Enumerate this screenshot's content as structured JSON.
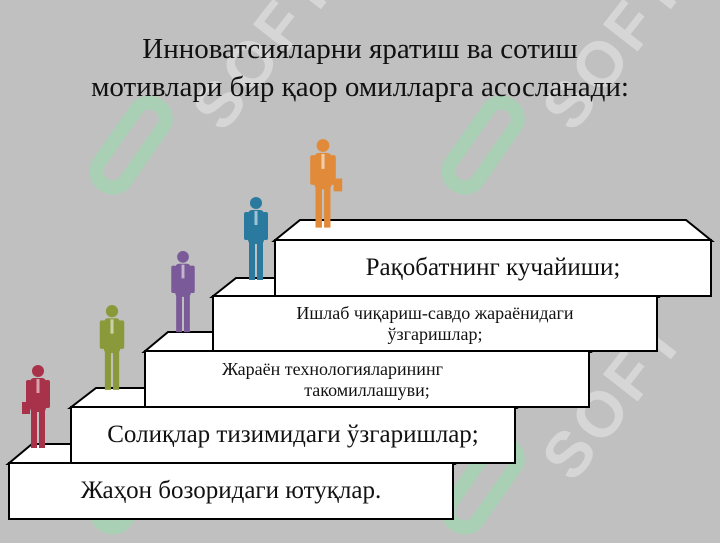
{
  "title": {
    "line1": "Инноватсияларни яратиш ва сотиш",
    "line2": "мотивлари бир қаор омилларга асосланади:"
  },
  "watermark": "SOFT",
  "steps": [
    {
      "label": "Жаҳон бозоридаги ютуқлар."
    },
    {
      "label": "Солиқлар тизимидаги ўзгаришлар;"
    },
    {
      "line1": "Жараён технологияларининг",
      "line2": "такомиллашуви;"
    },
    {
      "line1": "Ишлаб чиқариш-савдо жараёнидаги",
      "line2": "ўзгаришлар;"
    },
    {
      "label": "Рақобатнинг кучайиши;"
    }
  ],
  "figures": [
    {
      "color": "#a8324a"
    },
    {
      "color": "#8a9a3a"
    },
    {
      "color": "#7a5a98"
    },
    {
      "color": "#2a7aa0"
    },
    {
      "color": "#e08a3a"
    }
  ]
}
